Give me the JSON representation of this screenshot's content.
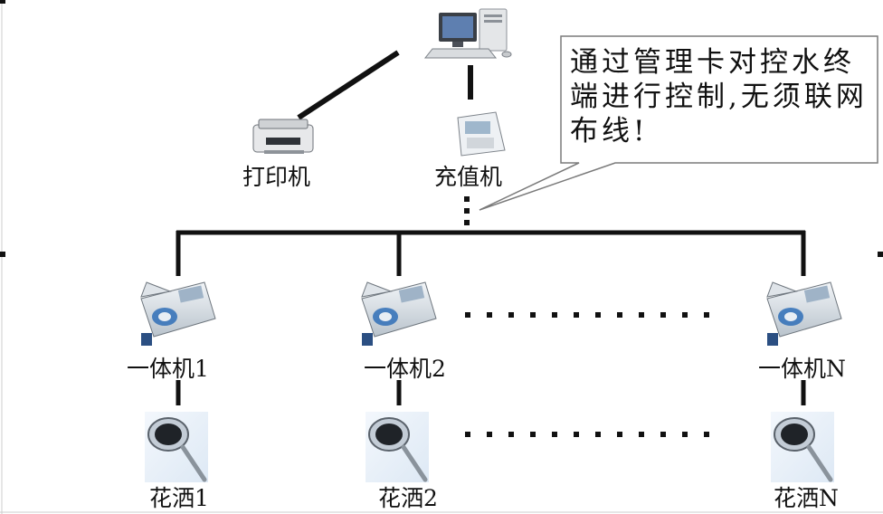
{
  "labels": {
    "printer": "打印机",
    "recharger": "充值机",
    "unit_1": "一体机1",
    "unit_2": "一体机2",
    "unit_n": "一体机N",
    "shower_1": "花洒1",
    "shower_2": "花洒2",
    "shower_n": "花洒N"
  },
  "callout": {
    "text": "通过管理卡对控水终端进行控制,无须联网布线!"
  },
  "colors": {
    "line": "#111111",
    "meter_blue": "#2f6fb7",
    "meter_gray": "#c9d1d9",
    "callout_border": "#7a7a7a"
  }
}
